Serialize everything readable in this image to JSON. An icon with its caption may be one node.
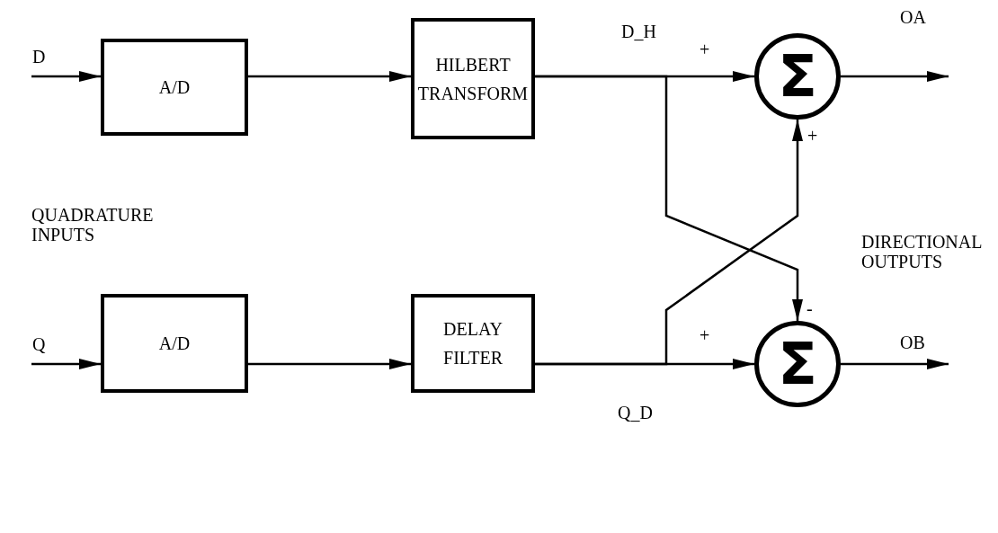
{
  "diagram": {
    "nodes": [
      {
        "text": [
          "A/D"
        ]
      },
      {
        "text": [
          "HILBERT TRANSFORM"
        ]
      },
      {
        "text": [
          "Σ"
        ]
      },
      {
        "text": [
          "A/D"
        ]
      },
      {
        "text": [
          "DELAY FILTER"
        ]
      },
      {
        "text": [
          "Σ"
        ]
      }
    ],
    "edges": [
      {
        "from": null,
        "to": 0,
        "arrow": "to",
        "label": "D"
      },
      {
        "from": 0,
        "to": 1,
        "arrow": "to"
      },
      {
        "from": 1,
        "to": 2,
        "arrow": "to",
        "label": "D_H"
      },
      {
        "from": 1,
        "to": 5,
        "arrow": "to"
      },
      {
        "from": 2,
        "to": null,
        "arrow": "to",
        "label": "OA"
      },
      {
        "from": null,
        "to": 3,
        "arrow": "to",
        "label": "Q"
      },
      {
        "from": 3,
        "to": 4,
        "arrow": "to"
      },
      {
        "from": 4,
        "to": 5,
        "arrow": "to",
        "label": "Q_D"
      },
      {
        "from": 4,
        "to": 2,
        "arrow": "to"
      },
      {
        "from": 5,
        "to": null,
        "arrow": "to",
        "label": "OB"
      }
    ],
    "labels": [
      "+",
      "+",
      "QUADRATURE INPUTS",
      "DIRECTIONAL OUTPUTS",
      "-",
      "+"
    ]
  }
}
